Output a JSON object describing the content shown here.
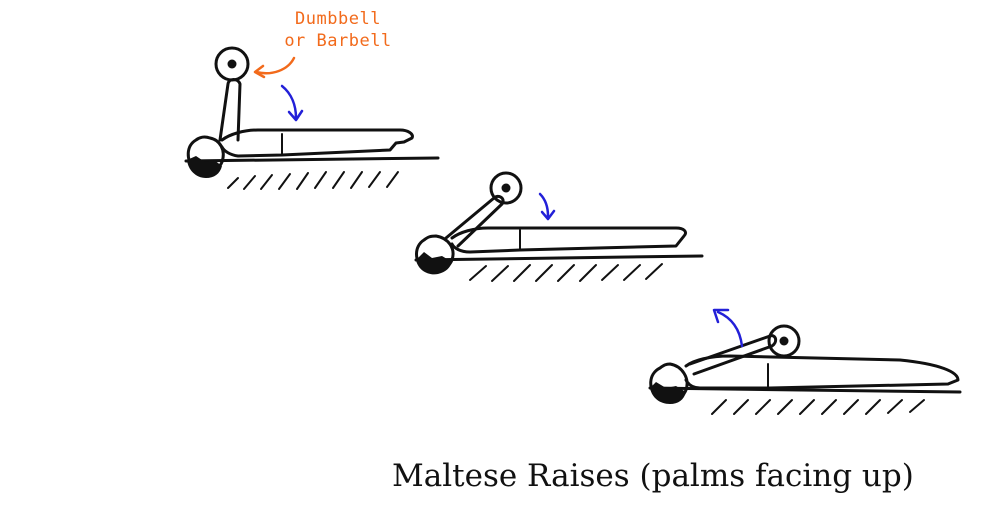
{
  "annotation": {
    "line1": "Dumbbell",
    "line2": "or Barbell"
  },
  "caption": "Maltese Raises (palms facing up)",
  "colors": {
    "ink": "#111111",
    "movement_arrow": "#2320d8",
    "annotation": "#f26a1b"
  },
  "figures": [
    {
      "stage": 1,
      "arm": "vertical",
      "movement": "down"
    },
    {
      "stage": 2,
      "arm": "diagonal",
      "movement": "down"
    },
    {
      "stage": 3,
      "arm": "horizontal",
      "movement": "up"
    }
  ]
}
